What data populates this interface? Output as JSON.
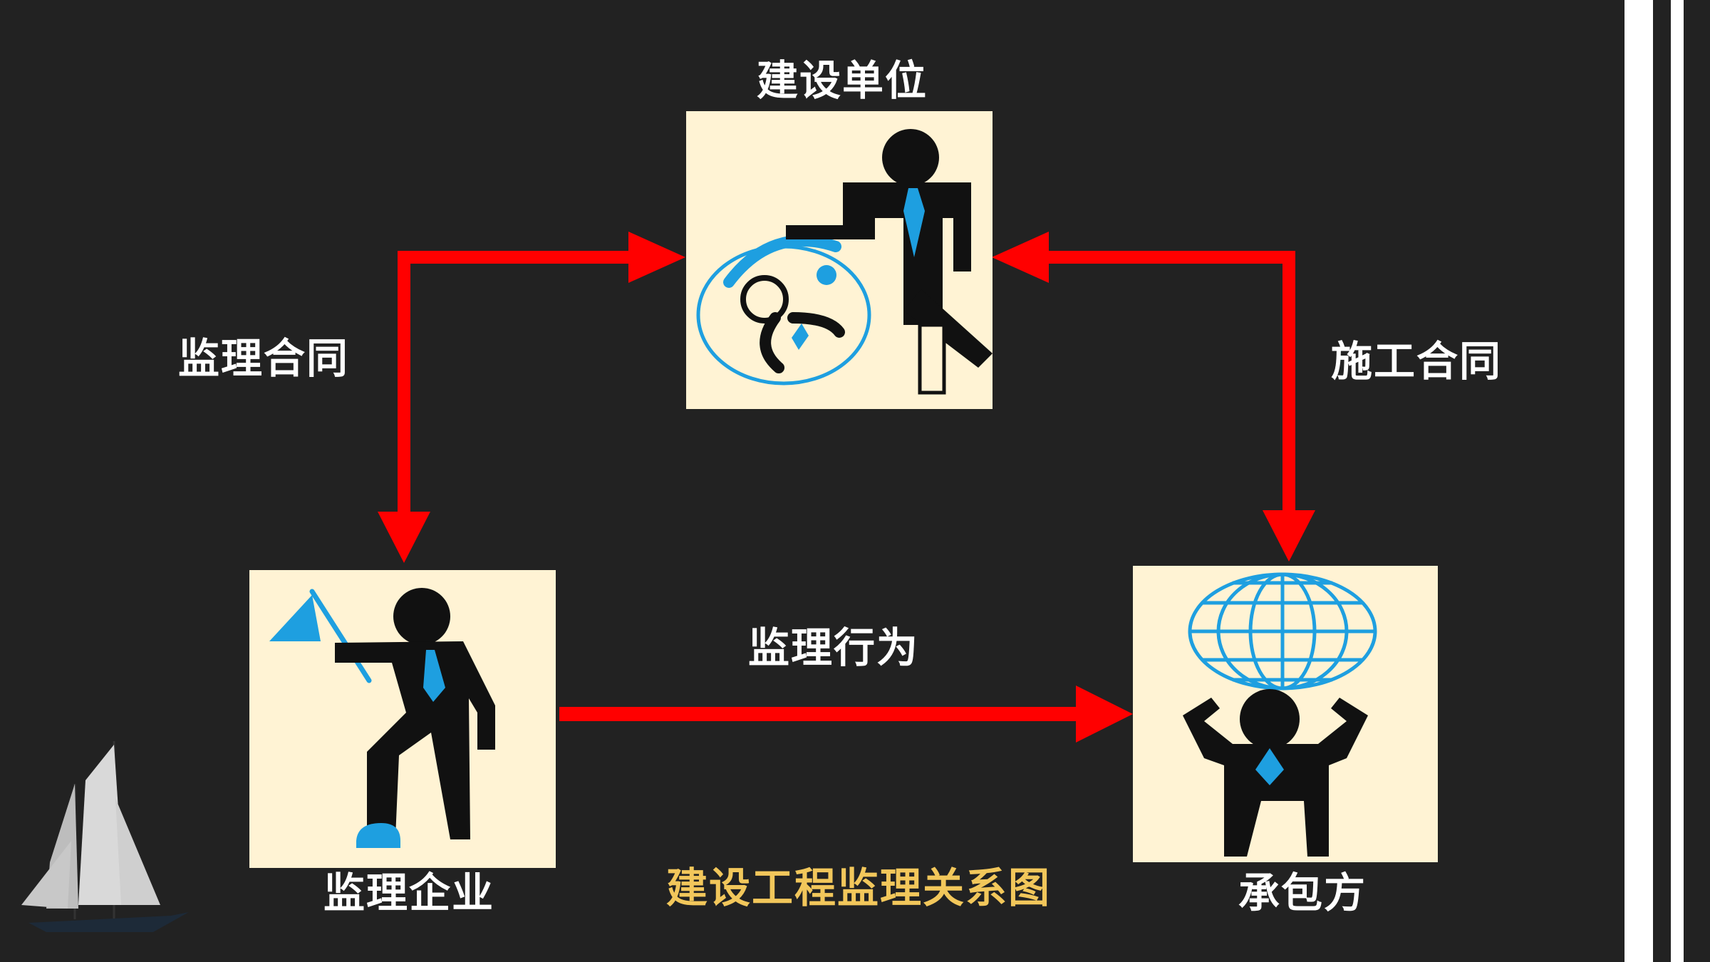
{
  "nodes": {
    "owner": {
      "label": "建设单位"
    },
    "supervisor": {
      "label": "监理企业"
    },
    "contractor": {
      "label": "承包方"
    }
  },
  "edges": {
    "supervision_contract": {
      "label": "监理合同"
    },
    "construction_contract": {
      "label": "施工合同"
    },
    "supervision_behavior": {
      "label": "监理行为"
    }
  },
  "title": "建设工程监理关系图",
  "colors": {
    "background": "#222222",
    "arrow": "#ff0000",
    "card": "#fff3d4",
    "accent": "#1e9fe0",
    "title": "#f2c75b",
    "text": "#ffffff"
  },
  "icons": {
    "owner": "leaning-businessman-icon",
    "supervisor": "flag-pointing-man-icon",
    "contractor": "man-lifting-globe-icon",
    "decoration": "sailboat-icon"
  }
}
